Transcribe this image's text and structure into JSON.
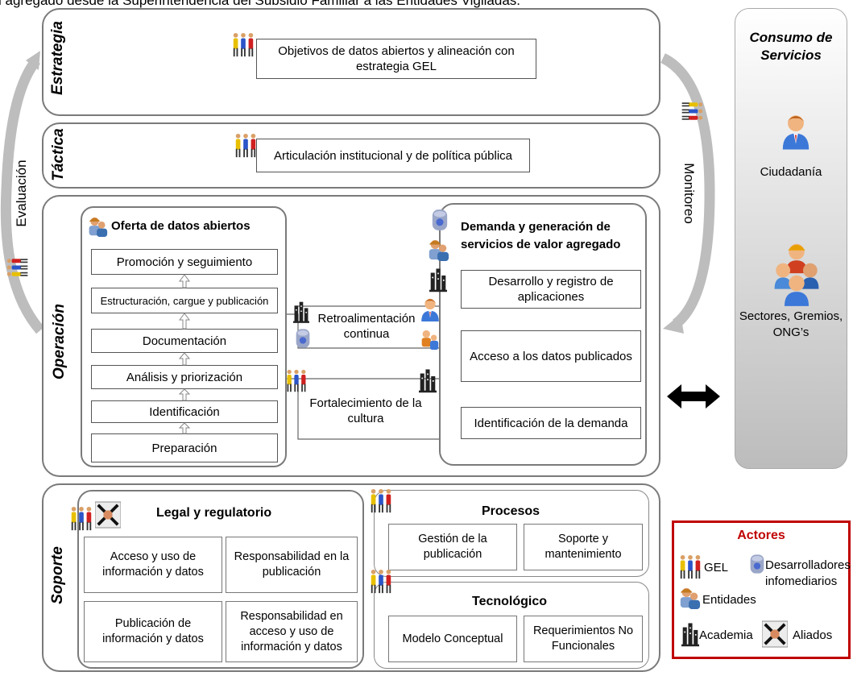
{
  "top_caption": "l agregado desde la Superintendencia del Subsidio Familiar a las Entidades Vigiladas.",
  "layers": {
    "estrategia": "Estrategia",
    "tactica": "Táctica",
    "operacion": "Operación",
    "soporte": "Soporte"
  },
  "estrategia_box": "Objetivos de datos abiertos y alineación con estrategia GEL",
  "tactica_box": "Articulación institucional y de política pública",
  "side_labels": {
    "evaluacion": "Evaluación",
    "monitoreo": "Monitoreo"
  },
  "oferta": {
    "title": "Oferta de datos abiertos",
    "steps": [
      "Promoción y seguimiento",
      "Estructuración, cargue y publicación",
      "Documentación",
      "Análisis y priorización",
      "Identificación",
      "Preparación"
    ]
  },
  "middle": {
    "retro": "Retroalimentación continua",
    "fortalecimiento": "Fortalecimiento de la cultura"
  },
  "demanda": {
    "title": "Demanda y generación de servicios de valor agregado",
    "steps": [
      "Desarrollo y registro de aplicaciones",
      "Acceso a los datos publicados",
      "Identificación de la demanda"
    ]
  },
  "consumo": {
    "title": "Consumo de Servicios",
    "ciudadania": "Ciudadanía",
    "sectores": "Sectores, Gremios, ONG’s"
  },
  "legal": {
    "title": "Legal y regulatorio",
    "cells": [
      "Acceso y uso de información y datos",
      "Responsabilidad en la publicación",
      "Publicación de información y datos",
      "Responsabilidad en acceso y uso de información y datos"
    ]
  },
  "procesos": {
    "title": "Procesos",
    "cells": [
      "Gestión de la publicación",
      "Soporte y mantenimiento"
    ]
  },
  "tecnologico": {
    "title": "Tecnológico",
    "cells": [
      "Modelo Conceptual",
      "Requerimientos No Funcionales"
    ]
  },
  "actores": {
    "title": "Actores",
    "gel": "GEL",
    "desarrolladores": "Desarrolladores infomediarios",
    "entidades": "Entidades",
    "academia": "Academia",
    "aliados": "Aliados"
  },
  "colors": {
    "border": "#7a7a7a",
    "actores_border": "#c00000",
    "actores_title": "#c00000",
    "consumo_bg": "#c8c8c8"
  }
}
